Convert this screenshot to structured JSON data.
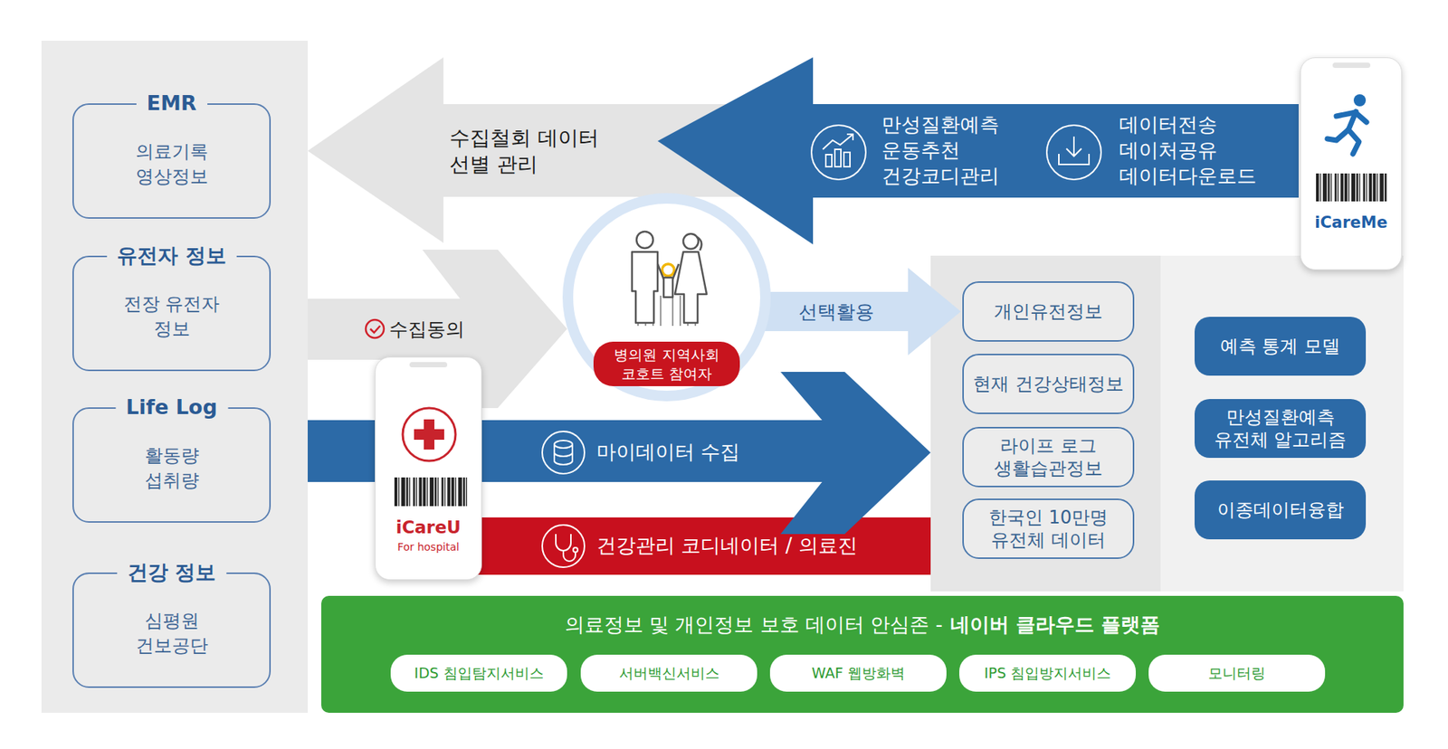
{
  "diagram": {
    "nodes": [
      {
        "text": [
          "EMR",
          "의료기록 영상정보"
        ]
      },
      {
        "text": [
          "유전자 정보",
          "전장 유전자 정보"
        ]
      },
      {
        "text": [
          "Life Log",
          "활동량 섭취량"
        ]
      },
      {
        "text": [
          "건강 정보",
          "심평원 건보공단"
        ]
      },
      {
        "text": [
          "수집철회 데이터 선별 관리"
        ]
      },
      {
        "text": [
          "만성질환예측 운동추천 건강코디관리",
          "데이터전송 데이처공유 데이터다운로드"
        ]
      },
      {
        "text": [
          "iCareMe"
        ]
      },
      {
        "text": [
          "병의원 지역사회 코호트 참여자"
        ]
      },
      {
        "text": [
          "iCareU",
          "For hospital"
        ]
      },
      {
        "text": [
          "마이데이터 수집"
        ]
      },
      {
        "text": [
          "건강관리 코디네이터 / 의료진"
        ]
      },
      {
        "text": [
          "개인유전정보"
        ]
      },
      {
        "text": [
          "현재 건강상태정보"
        ]
      },
      {
        "text": [
          "라이프 로그 생활습관정보"
        ]
      },
      {
        "text": [
          "한국인 10만명 유전체 데이터"
        ]
      },
      {
        "text": [
          "예측 통계 모델"
        ]
      },
      {
        "text": [
          "만성질환예측 유전체 알고리즘"
        ]
      },
      {
        "text": [
          "이종데이터융합"
        ]
      },
      {
        "text": [
          "의료정보 및 개인정보 보호 데이터 안심존 -",
          "네이버 클라우드 플랫폼"
        ]
      },
      {
        "text": [
          "IDS 침입탐지서비스"
        ],
        "in": 18
      },
      {
        "text": [
          "서버백신서비스"
        ],
        "in": 18
      },
      {
        "text": [
          "WAF 웹방화벽"
        ],
        "in": 18
      },
      {
        "text": [
          "IPS 침입방지서비스"
        ],
        "in": 18
      },
      {
        "text": [
          "모니터링"
        ],
        "in": 18
      }
    ],
    "edges": [
      {
        "from": 7,
        "to": 11,
        "label": "선택활용",
        "arrow": "to"
      }
    ],
    "labels": [
      "수집동의"
    ]
  }
}
